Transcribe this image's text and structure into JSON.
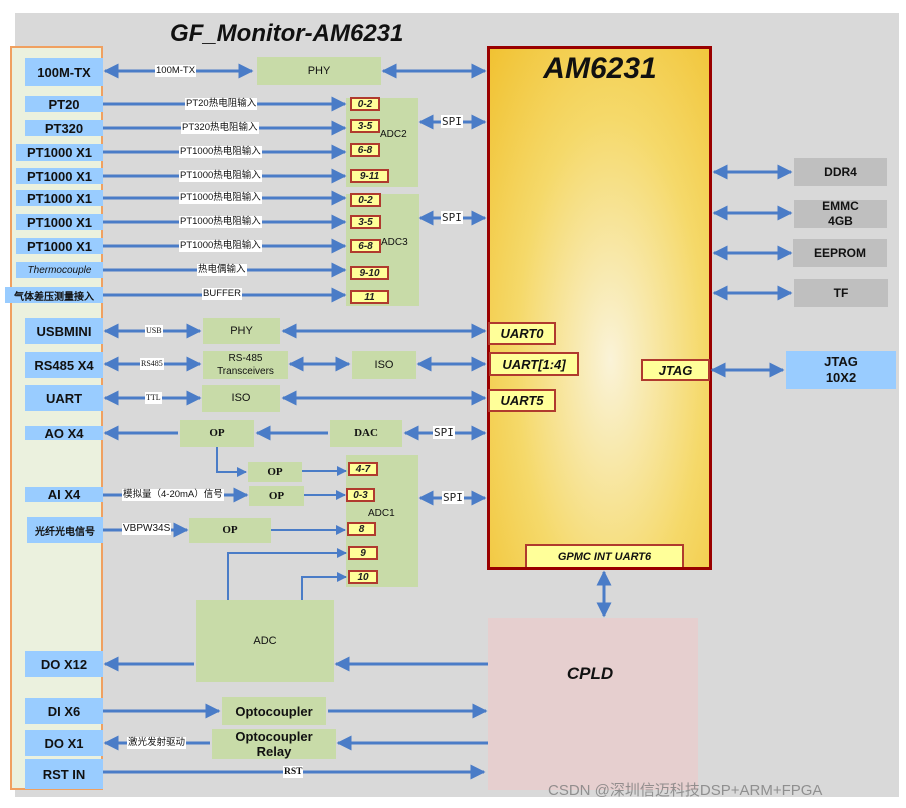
{
  "title": "GF_Monitor-AM6231",
  "soc": {
    "name": "AM6231",
    "pins": [
      "UART0",
      "UART[1:4]",
      "UART5",
      "JTAG",
      "GPMC INT UART6"
    ]
  },
  "cpld": "CPLD",
  "ports": [
    "100M-TX",
    "PT20",
    "PT320",
    "PT1000 X1",
    "PT1000 X1",
    "PT1000 X1",
    "PT1000 X1",
    "PT1000 X1",
    "Thermocouple",
    "气体差压测量接入",
    "USBMINI",
    "RS485 X4",
    "UART",
    "AO X4",
    "AI X4",
    "光纤光电信号",
    "DO X12",
    "DI X6",
    "DO X1",
    "RST IN"
  ],
  "wire_labels": [
    "100M-TX",
    "PT20热电阻输入",
    "PT320热电阻输入",
    "PT1000热电阻输入",
    "PT1000热电阻输入",
    "PT1000热电阻输入",
    "PT1000热电阻输入",
    "PT1000热电阻输入",
    "热电偶输入",
    "BUFFER",
    "USB",
    "RS485",
    "TTL",
    "模拟量（4-20mA）信号",
    "VBPW34S",
    "激光发射驱动",
    "RST"
  ],
  "blocks": {
    "phy_eth": "PHY",
    "phy_usb": "PHY",
    "rs485": "RS-485\nTransceivers",
    "iso_rs485": "ISO",
    "iso_uart": "ISO",
    "op_ao": "OP",
    "dac": "DAC",
    "op_1": "OP",
    "op_2": "OP",
    "op_3": "OP",
    "adc": "ADC",
    "opto": "Optocoupler",
    "opto_relay_1": "Optocoupler",
    "opto_relay_2": "Relay",
    "adc2": "ADC2",
    "adc3": "ADC3",
    "adc1": "ADC1"
  },
  "adc2_channels": [
    "0-2",
    "3-5",
    "6-8",
    "9-11"
  ],
  "adc3_channels": [
    "0-2",
    "3-5",
    "6-8",
    "9-10",
    "11"
  ],
  "adc1_channels": [
    "4-7",
    "0-3",
    "8",
    "9",
    "10"
  ],
  "spi_label": "SPI",
  "memory": [
    {
      "line1": "DDR4",
      "line2": ""
    },
    {
      "line1": "EMMC",
      "line2": "4GB"
    },
    {
      "line1": "EEPROM",
      "line2": ""
    },
    {
      "line1": "TF",
      "line2": ""
    }
  ],
  "jtag_header": {
    "line1": "JTAG",
    "line2": "10X2"
  },
  "watermark": "CSDN @深圳信迈科技DSP+ARM+FPGA",
  "colors": {
    "arrow": "#4a7cc7",
    "port": "#99ccff",
    "block": "#c8dba8",
    "soc_border": "#990000",
    "cpld": "#e6cfcf"
  }
}
